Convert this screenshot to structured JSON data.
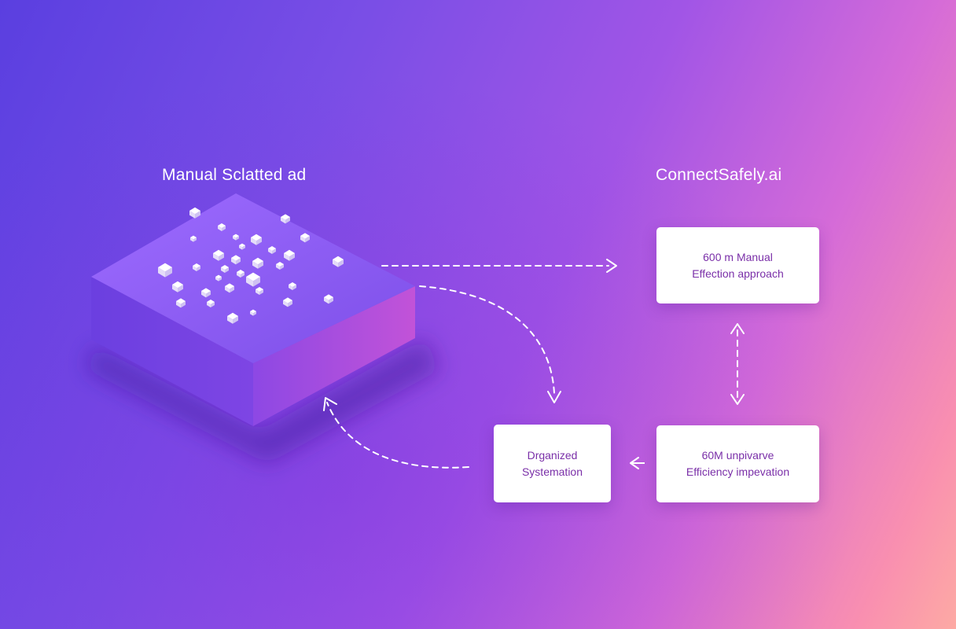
{
  "titles": {
    "left": "Manual Sclatted ad",
    "right": "ConnectSafely.ai"
  },
  "boxes": {
    "top_right": {
      "line1": "600 m Manual",
      "line2": "Effection approach"
    },
    "bottom_right": {
      "line1": "60M unpivarve",
      "line2": "Efficiency impevation"
    },
    "bottom_middle": {
      "line1": "Drganized",
      "line2": "Systemation"
    }
  },
  "colors": {
    "background_start": "#5a3fe0",
    "background_end": "#fdaaa4",
    "box_text": "#7a2fa8",
    "platform_top": "#8a5ef0",
    "platform_side": "#9b3fdc",
    "connector": "#ffffff"
  }
}
